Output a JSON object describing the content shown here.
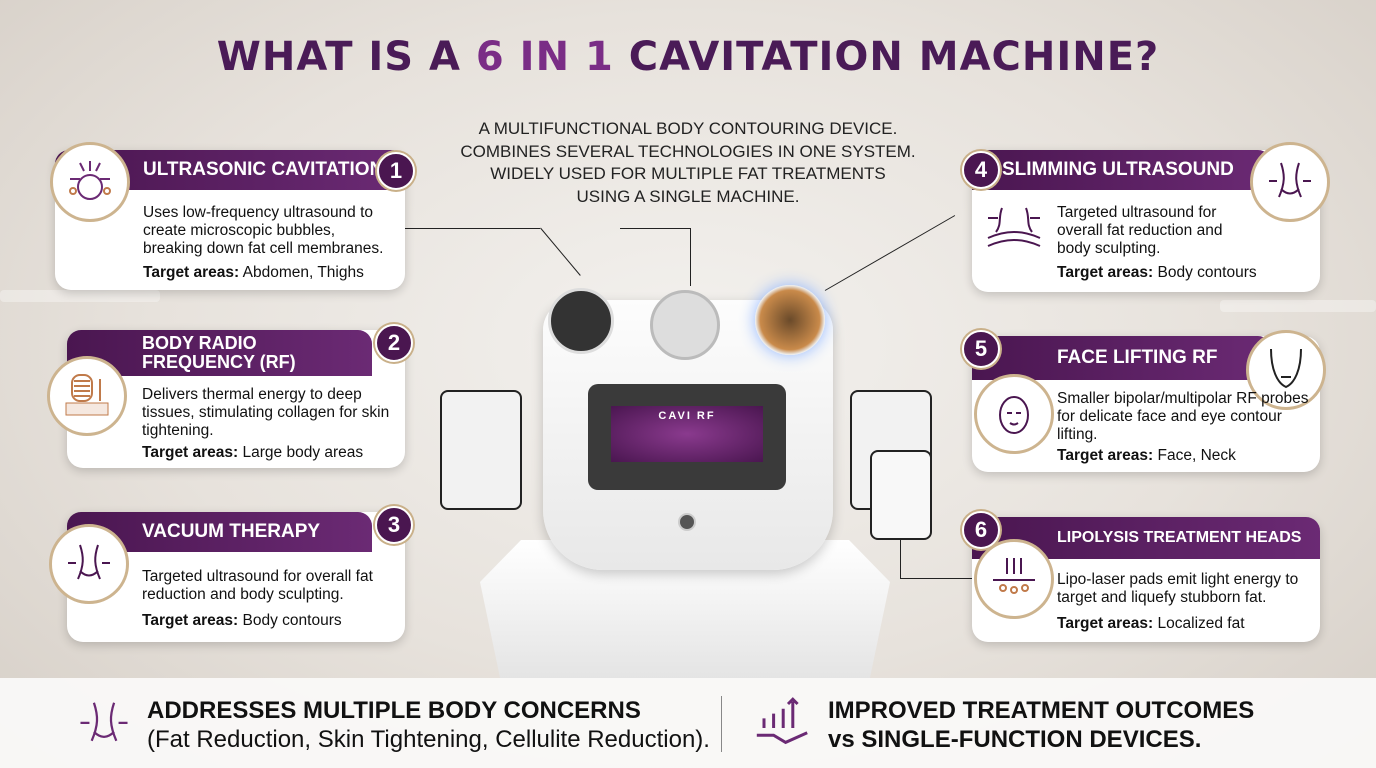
{
  "title": {
    "pre": "WHAT IS A ",
    "highlight": "6 IN 1",
    "post": " CAVITATION MACHINE?"
  },
  "subtitle": [
    "A multifunctional body contouring device.",
    "Combines several technologies in one system.",
    "Widely used for multiple  fat treatments",
    "using a single machine."
  ],
  "target_label": "Target areas:",
  "cards": [
    {
      "number": "1",
      "title": "ULTRASONIC CAVITATION",
      "description": "Uses low-frequency ultrasound to create microscopic bubbles, breaking down fat cell membranes.",
      "targets": "Abdomen, Thighs",
      "icon": "fat-cell-cavitation-icon"
    },
    {
      "number": "2",
      "title": "BODY RADIO FREQUENCY (RF)",
      "description": "Delivers thermal energy to deep tissues, stimulating collagen for skin tightening.",
      "targets": "Large body areas",
      "icon": "rf-coil-skin-icon"
    },
    {
      "number": "3",
      "title": "VACUUM THERAPY",
      "description": "Targeted ultrasound for overall fat reduction and body sculpting.",
      "targets": "Body contours",
      "icon": "waist-icon"
    },
    {
      "number": "4",
      "title": "SLIMMING ULTRASOUND",
      "description": "Targeted ultrasound for overall fat reduction and body sculpting.",
      "targets": "Body contours",
      "icon": "waist-icon"
    },
    {
      "number": "5",
      "title": "FACE LIFTING RF",
      "description": "Smaller bipolar/multipolar RF probes for delicate face and eye contour lifting.",
      "targets": "Face, Neck",
      "icon": "face-icon"
    },
    {
      "number": "6",
      "title": "LIPOLYSIS TREATMENT HEADS",
      "description": "Lipo-laser pads emit light energy to target and liquefy stubborn fat.",
      "targets": "Localized fat",
      "icon": "laser-skin-icon"
    }
  ],
  "machine": {
    "screen_label": "CAVI RF"
  },
  "footer": {
    "left": {
      "title": "ADDRESSES MULTIPLE BODY CONCERNS",
      "detail": "(Fat Reduction, Skin Tightening, Cellulite Reduction).",
      "icon": "waist-icon"
    },
    "right": {
      "title": "IMPROVED TREATMENT OUTCOMES",
      "detail": "vs SINGLE-FUNCTION DEVICES.",
      "icon": "growth-chart-hand-icon"
    }
  },
  "colors": {
    "brand_purple": "#4a1650",
    "accent_gold": "#cdb48f"
  }
}
